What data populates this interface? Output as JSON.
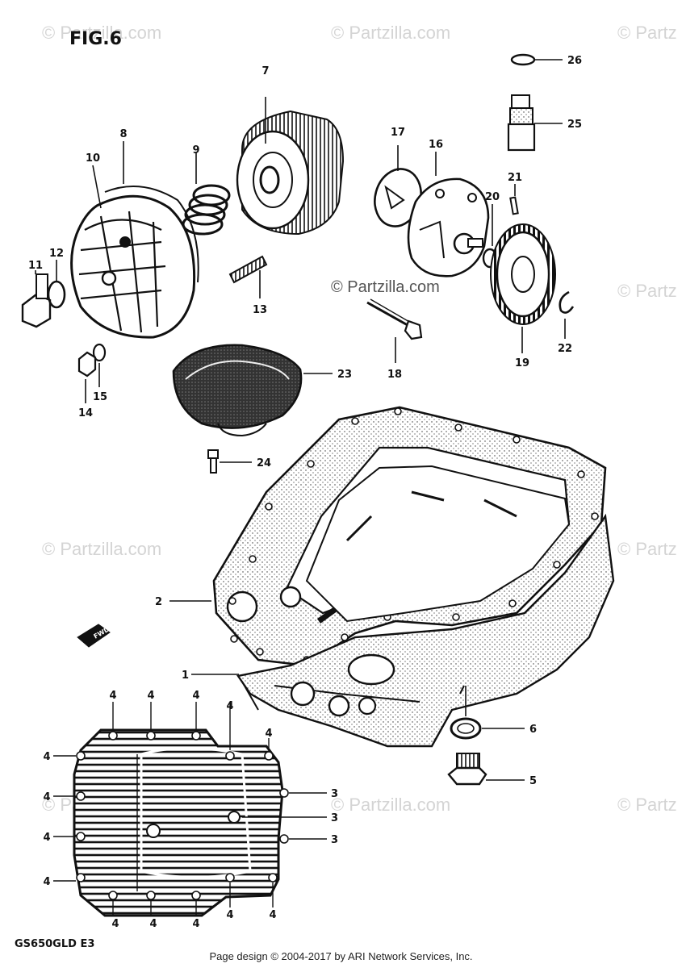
{
  "figure": {
    "title": "FIG.6",
    "model": "GS650GLD E3"
  },
  "footer": {
    "text": "Page design © 2004-2017 by ARI Network Services, Inc."
  },
  "watermarks": {
    "full": "© Partzilla.com",
    "partial": "© Partz"
  },
  "fwd_label": "FWD",
  "callouts": [
    "1",
    "2",
    "3",
    "4",
    "5",
    "6",
    "7",
    "8",
    "9",
    "10",
    "11",
    "12",
    "13",
    "14",
    "15",
    "16",
    "17",
    "18",
    "19",
    "20",
    "21",
    "22",
    "23",
    "24",
    "25",
    "26"
  ],
  "colors": {
    "ink": "#111111",
    "watermark": "#d4d4d4",
    "background": "#ffffff"
  }
}
